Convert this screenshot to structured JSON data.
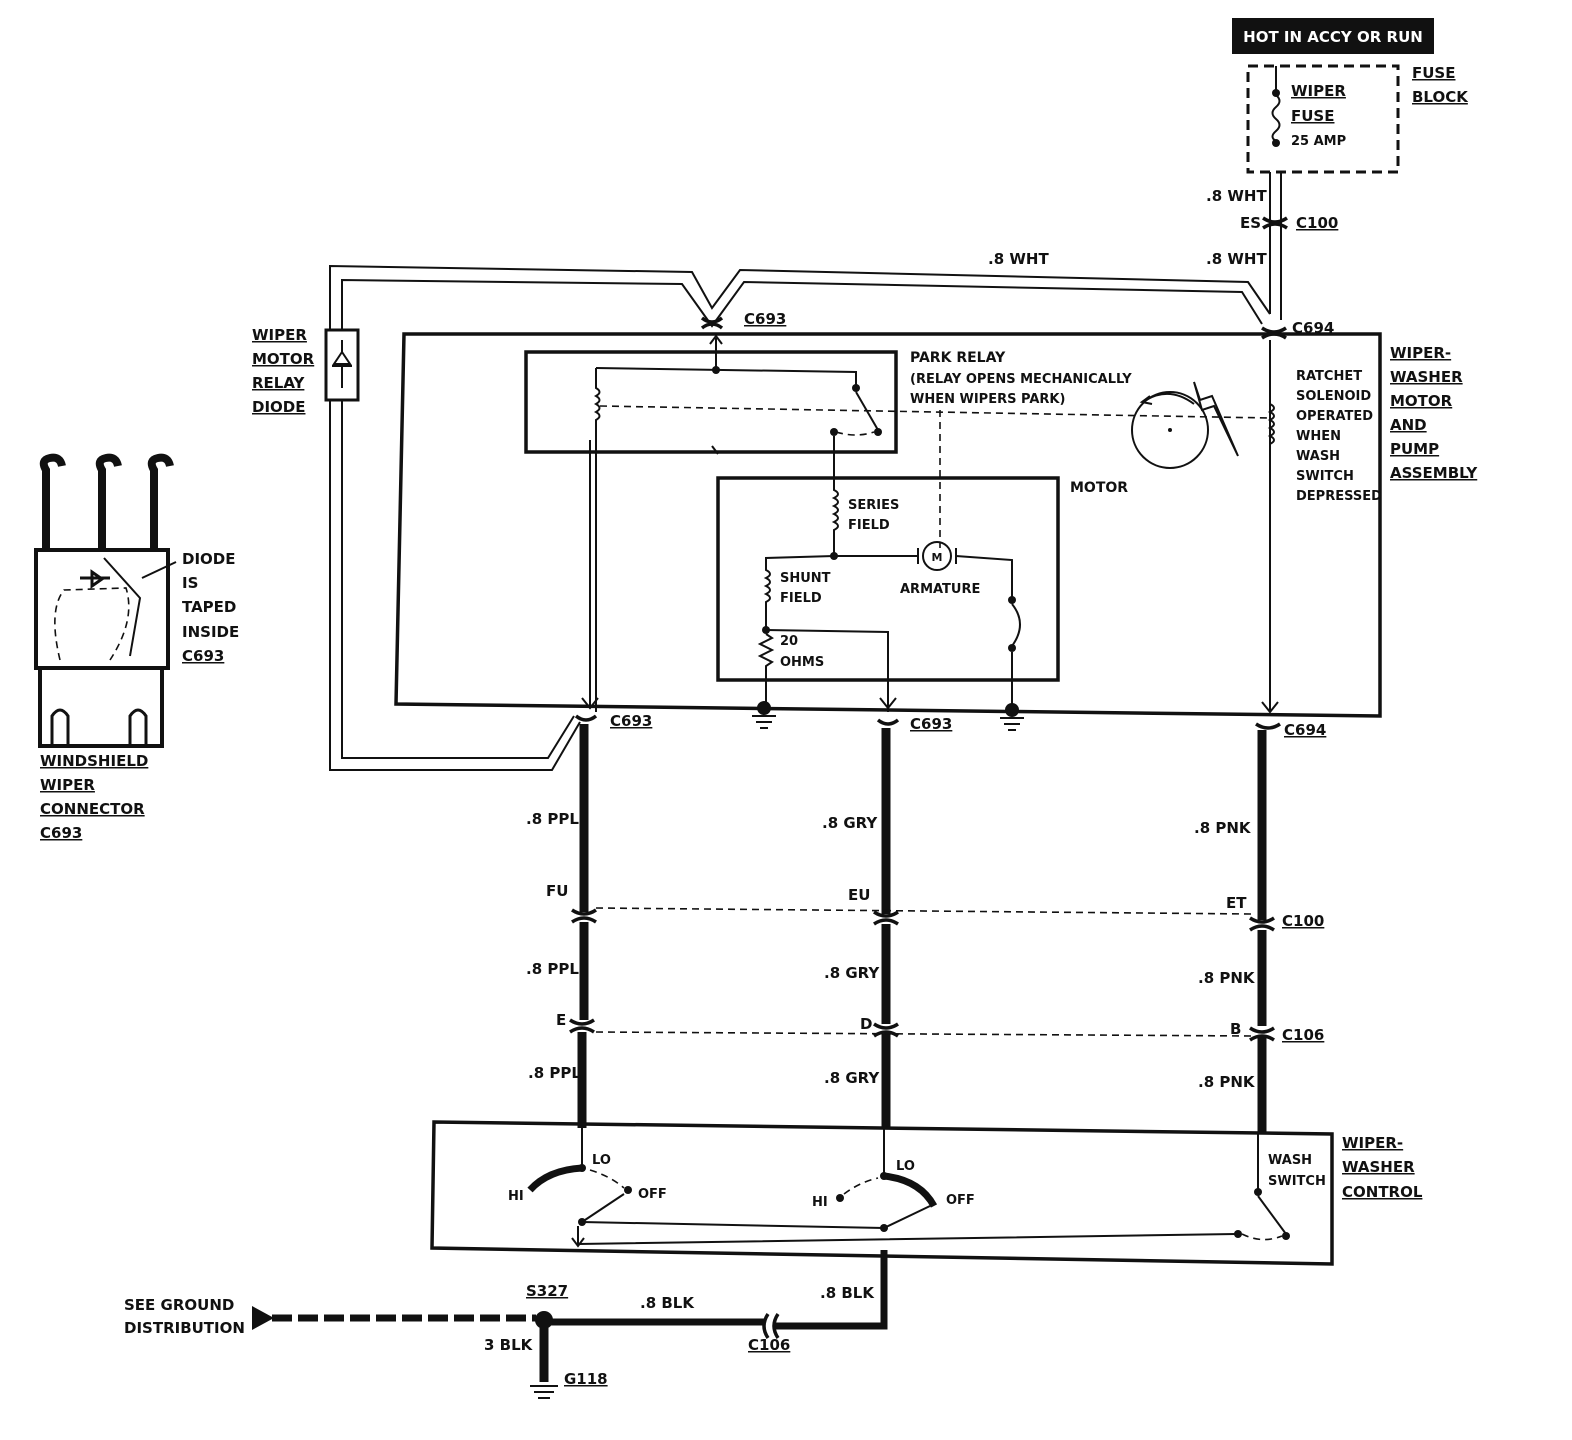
{
  "power": {
    "header": "HOT IN ACCY OR RUN"
  },
  "fuse_block": {
    "name_line1": "FUSE",
    "name_line2": "BLOCK",
    "fuse_line1": "WIPER",
    "fuse_line2": "FUSE",
    "rating": "25 AMP"
  },
  "wires": {
    "wht_top": ".8 WHT",
    "wht_mid": ".8 WHT",
    "wht_loop": ".8 WHT",
    "ppl_1": ".8 PPL",
    "ppl_2": ".8 PPL",
    "ppl_3": ".8 PPL",
    "gry_1": ".8 GRY",
    "gry_2": ".8 GRY",
    "gry_3": ".8 GRY",
    "pnk_1": ".8 PNK",
    "pnk_2": ".8 PNK",
    "pnk_3": ".8 PNK",
    "blk_1": ".8 BLK",
    "blk_2": ".8 BLK",
    "blk_3": "3 BLK"
  },
  "connectors": {
    "c100_top": "C100",
    "c693_top": "C693",
    "c694_top": "C694",
    "c693_bl": "C693",
    "c693_bm": "C693",
    "c694_br": "C694",
    "c100_row": "C100",
    "c106_row": "C106",
    "c106_gnd": "C106",
    "s327": "S327",
    "g118": "G118"
  },
  "pins": {
    "es": "ES",
    "fu": "FU",
    "eu": "EU",
    "et": "ET",
    "e": "E",
    "d": "D",
    "b": "B"
  },
  "diode_label": [
    "WIPER",
    "MOTOR",
    "RELAY",
    "DIODE"
  ],
  "park_relay": {
    "line1": "PARK RELAY",
    "line2": "(RELAY OPENS MECHANICALLY",
    "line3": "WHEN WIPERS PARK)"
  },
  "solenoid": [
    "RATCHET",
    "SOLENOID",
    "OPERATED",
    "WHEN",
    "WASH",
    "SWITCH",
    "DEPRESSED"
  ],
  "assembly": [
    "WIPER-",
    "WASHER",
    "MOTOR",
    "AND",
    "PUMP",
    "ASSEMBLY"
  ],
  "motor": {
    "title": "MOTOR",
    "series_1": "SERIES",
    "series_2": "FIELD",
    "shunt_1": "SHUNT",
    "shunt_2": "FIELD",
    "armature": "ARMATURE",
    "m": "M",
    "res_1": "20",
    "res_2": "OHMS"
  },
  "connector_inset": {
    "note": [
      "DIODE",
      "IS",
      "TAPED",
      "INSIDE",
      "C693"
    ],
    "caption": [
      "WINDSHIELD",
      "WIPER",
      "CONNECTOR",
      "C693"
    ]
  },
  "control": {
    "title": [
      "WIPER-",
      "WASHER",
      "CONTROL"
    ],
    "hi_1": "HI",
    "lo_1": "LO",
    "off_1": "OFF",
    "hi_2": "HI",
    "lo_2": "LO",
    "off_2": "OFF",
    "wash_1": "WASH",
    "wash_2": "SWITCH"
  },
  "ground": {
    "see_1": "SEE GROUND",
    "see_2": "DISTRIBUTION"
  }
}
